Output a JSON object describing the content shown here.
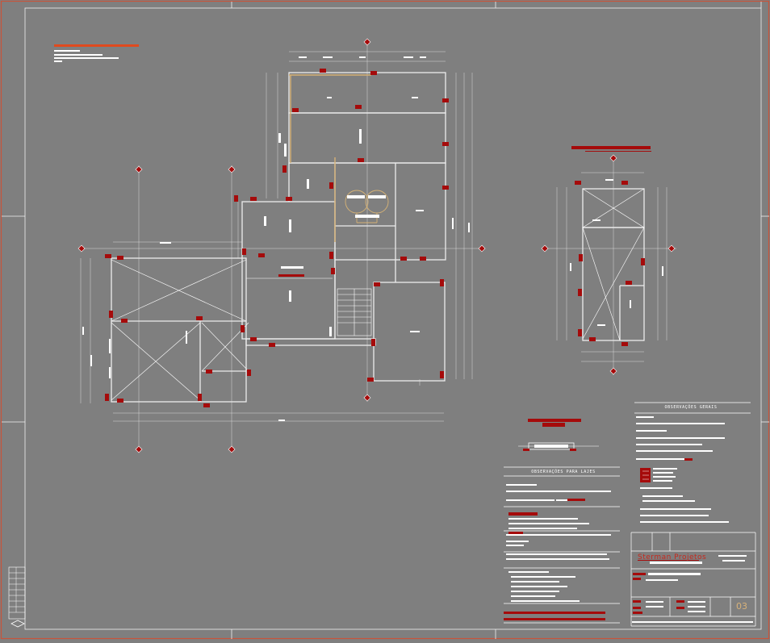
{
  "notes": {
    "slabs_title": "OBSERVAÇÕES PARA LAJES",
    "general_title": "OBSERVAÇÕES GERAIS"
  },
  "title_block": {
    "company": "Sterman Projetos",
    "sheet_number": "03"
  },
  "colors": {
    "background": "#7f7f7f",
    "line": "#e8e8e8",
    "accent": "#a50b0b",
    "border": "#c8543a",
    "title": "#e04a1e",
    "highlight": "#d6b275"
  }
}
